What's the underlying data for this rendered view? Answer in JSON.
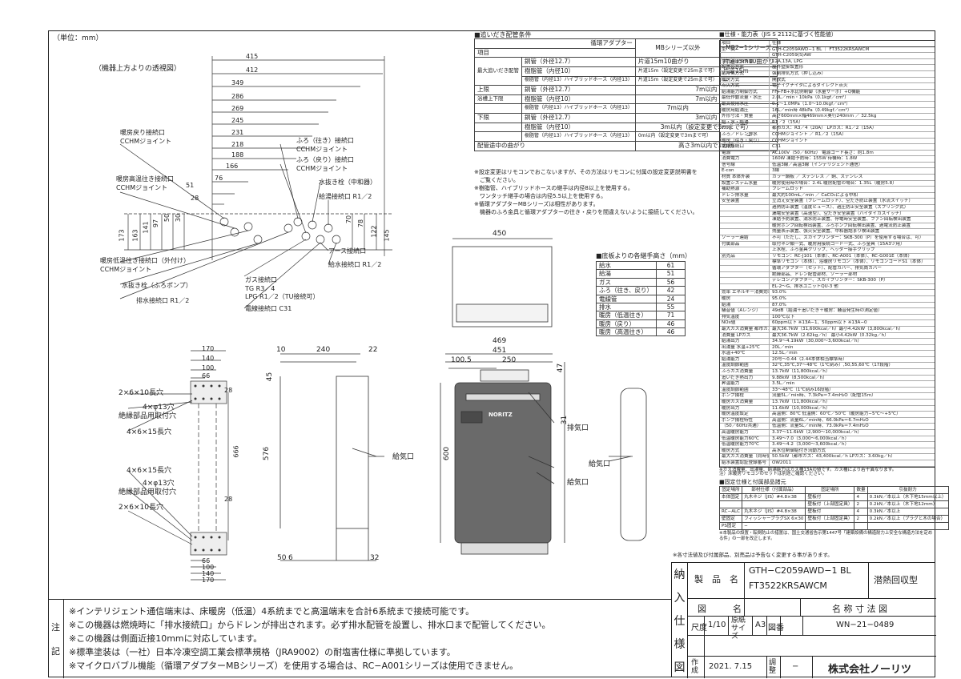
{
  "unit_label": "（単位：mm）",
  "top_view": {
    "caption": "（機器上方よりの透視図）",
    "dims": [
      "415",
      "412",
      "349",
      "286",
      "269",
      "245",
      "231",
      "218",
      "188",
      "166",
      "76",
      "51",
      "28"
    ],
    "vert_dims": [
      "173",
      "163",
      "141",
      "97",
      "50",
      "30",
      "145",
      "122",
      "78",
      "70"
    ],
    "labels": {
      "dan_return": "暖房戻り接続口",
      "dan_return_sub": "CCHMジョイント",
      "dan_high": "暖房高温往き接続口",
      "dan_high_sub": "CCHMジョイント",
      "dan_low": "暖房低温往き接続口（外付け）",
      "dan_low_sub": "CCHMジョイント",
      "drain_plug": "水抜き栓（ふろポンプ）",
      "drain_out": "排水接続口 R1／2",
      "bath_go": "ふろ（往き）接続口",
      "bath_go_sub": "CCHMジョイント",
      "bath_back": "ふろ（戻り）接続口",
      "bath_back_sub": "CCHMジョイント",
      "drain_valve": "水抜き栓（中和器）",
      "hot_out": "給湯接続口 R1／2",
      "earth": "アース接続口",
      "water_in": "給水接続口 R1／2",
      "gas_in": "ガス接続口",
      "gas_tg": "TG R3／4",
      "gas_lpg": "LPG R1／2（TU接続可）",
      "power": "電線接続口 C31"
    }
  },
  "conditions": {
    "title": "■追いだき配管条件",
    "head_adapter": "循環アダプター",
    "head_item": "項目",
    "head_mb_other": "MBシリーズ以外",
    "head_mb2": "MB2−1シリーズ",
    "rows": [
      {
        "g": "最大追いだき配管",
        "item": "銅管（外径12.7）",
        "a": "片道15m10曲がり",
        "b": "片道15m10曲がり"
      },
      {
        "g": "",
        "item": "樹脂管（内径10）",
        "a": "片道15m（設定変更で25mまで可）",
        "b": "片道15m"
      },
      {
        "g": "",
        "item": "樹脂管（内径13）ハイブリッドホース（内径13）",
        "a": "片道15m（設定変更で25mまで可）",
        "b": "−"
      },
      {
        "g": "上限",
        "item": "銅管（外径12.7）",
        "a": "7m以内",
        "b": ""
      },
      {
        "g": "",
        "item": "樹脂管（内径10）",
        "a": "7m以内",
        "b": ""
      },
      {
        "g": "",
        "item": "樹脂管（内径13）ハイブリッドホース（内径13）",
        "a": "7m以内",
        "b": "−"
      },
      {
        "g": "下限",
        "item": "銅管（外径12.7）",
        "a": "3m以内",
        "b": ""
      },
      {
        "g": "",
        "item": "樹脂管（内径10）",
        "a": "3m以内（設定変更で5mまで可）",
        "b": ""
      },
      {
        "g": "",
        "item": "樹脂管（内径13）ハイブリッドホース（内径13）",
        "a": "0m以内（設定変更で3mまで可）",
        "b": "−"
      },
      {
        "g": "",
        "item": "配管途中の曲がり",
        "a": "高さ3m以内で1カ所",
        "b": ""
      }
    ],
    "side_label": "浴槽上下限",
    "notes": [
      "※設定変更はリモコンでおこないますが、その方法はリモコンに付属の設定変更説明書を",
      "　ご覧ください。",
      "※樹脂管、ハイブリッドホースの継手は内径8以上を使用する。",
      "　ワンタッチ継手の場合は内径5.5以上を使用する。",
      "※循環アダプターMBシリーズは相性があります。",
      "　機器のふろ金具と循環アダプターの往き・戻りを間違えないように接続してください。"
    ]
  },
  "bottom_heights": {
    "title": "■底板よりの各継手高さ（mm）",
    "rows": [
      [
        "給水",
        "61"
      ],
      [
        "給湯",
        "51"
      ],
      [
        "ガス",
        "56"
      ],
      [
        "ふろ（往き、戻り）",
        "42"
      ],
      [
        "電線管",
        "24"
      ],
      [
        "排水",
        "55"
      ],
      [
        "暖房（低温往き）",
        "71"
      ],
      [
        "暖房（戻り）",
        "46"
      ],
      [
        "暖房（高温往き）",
        "46"
      ]
    ]
  },
  "side_view": {
    "dims": [
      "170",
      "140",
      "100",
      "66",
      "28",
      "666",
      "28",
      "66",
      "100",
      "140",
      "170"
    ],
    "labels": [
      "2×6×10長穴",
      "4×φ13穴",
      "絶縁部品用取付穴",
      "4×6×15長穴",
      "4×6×15長穴",
      "4×φ13穴",
      "絶縁部品用取付穴",
      "2×6×10長穴"
    ]
  },
  "front_view": {
    "dims_top": [
      "450",
      "469",
      "451",
      "100.5",
      "250",
      "10",
      "240",
      "22"
    ],
    "dims_side": [
      "45",
      "576",
      "47",
      "31",
      "600",
      "32",
      "50",
      "6"
    ],
    "labels": {
      "exhaust": "排気口",
      "intake": "給気口",
      "intake2": "給気口",
      "intake3": "給気口"
    },
    "brand_plate": "NORITZ"
  },
  "spec": {
    "title": "■仕様・能力表（JIS S 2112に基づく性能値）",
    "header": [
      "項目",
      "仕様"
    ],
    "rows": [
      [
        "型　式",
        "GTH-C2059AWD−1 BL ｜ FT3522KRSAWCM"
      ],
      [
        "",
        "GTH-C2059(S)AW"
      ],
      [
        "型式適用ガス種",
        "12A,13A, LPG"
      ],
      [
        "設置の方式",
        "屋外壁掛設置形"
      ],
      [
        "給排気方式",
        "強制排気方式（押し込み）"
      ],
      [
        "暖房方式",
        "開放式"
      ],
      [
        "点火方式",
        "電子イグナイタによるダイレクト点火"
      ],
      [
        "給湯能力制御方式",
        "FF+FB+水比例制御（水量サーボ）+Q機能"
      ],
      [
        "最低作動流量・水圧",
        "2.0L／min・10kPa（0.1kgf／cm²）"
      ],
      [
        "最高使用水圧",
        "0.1〜1.0MPa（1.0〜10.0kgf／cm²）"
      ],
      [
        "暖房用給湯圧",
        "16L／min時 48kPa（0.49kgf／cm²）"
      ],
      [
        "外形寸法・質量",
        "高さ600mm×幅469mm×奥行240mm ／ 32.5kg"
      ],
      [
        "給・水・給湯",
        "R1／2（15A）"
      ],
      [
        "ガス",
        "都市ガス：R3／4（20A） LPガス：R1／2（15A）"
      ],
      [
        "ふろ／ドレン排水",
        "CCHMジョイント ／ R1／2（15A）"
      ],
      [
        "暖房（往き・戻り）",
        "CCHMジョイント"
      ],
      [
        "電線接続口",
        "C31"
      ],
      [
        "電源",
        "AC100V（50／60Hz） 電源コード長さ：約1.8m"
      ],
      [
        "消費電力",
        "160W 凍結予防時：155W 待機時：1.8W"
      ],
      [
        "信号線",
        "低温3線／高温3線（インテリジェント通信）"
      ],
      [
        "E-con",
        "3線"
      ],
      [
        "材質 本体外装",
        "カラー鋼板 ／ ステンレス ／ 銅、ステンレス"
      ],
      [
        "設置システム水量",
        "暖房使用時の場合：2.4L 暖房配管の場合：1.35L（暖房5.8）"
      ],
      [
        "補助熱源",
        "フレームロッド"
      ],
      [
        "ドレン排水量",
        "最大約100mL／min ／ CaCO₃による中和"
      ],
      [
        "安全装置",
        "立消え安全装置（フレームロッド）、空だき防止装置（水流スイッチ）"
      ],
      [
        "",
        "過熱防止装置（温度ヒューズ）、過圧防止安全装置（スプリング式）"
      ],
      [
        "",
        "漏電安全装置（高速型）、空だき安全装置（ハイダイカスイッチ）"
      ],
      [
        "",
        "凍結予防装置、満水防止装置、停電時安全装置、ファン回転検出装置"
      ],
      [
        "",
        "暖房ポンプ回転検出装置、ふろポンプ回転検出装置、過電流防止装置"
      ],
      [
        "",
        "残量表示装置、強火安全装置、中和器詰まり検出装置"
      ],
      [
        "ソーラー連結",
        "不可（ただし、スカイプリンター：SKB-300（P）を使用する場合は、可）"
      ],
      [
        "付属部品",
        "取付ネジ類一式、暖房用接続コード一式、ふろ金具（15A3ツ用）"
      ],
      [
        "",
        "上水栓、ふろ金具クリップ、ヘッダー接手クリップ"
      ],
      [
        "別売品",
        "リモコン：RC-J101（本体）、RC-A001（本体）、RC-G001E（本体）"
      ],
      [
        "",
        "標準リモコン（本体）、浴暖房リモコン（本体）、リモコンコードS1（本体）"
      ],
      [
        "",
        "循環アダプター（セット）、配管カバー、排気筒カバー"
      ],
      [
        "",
        "絶縁部品、ドレン配管部材、ソーラー部材"
      ],
      [
        "",
        "テレコンアダプター、スカイプリンター：SKB-300（P）"
      ],
      [
        "",
        "EL-2〜G、排水ユニットQU-3 他"
      ],
      [
        "効率 エネルギー消費効率",
        "93.0%"
      ],
      [
        "暖房",
        "95.0%"
      ],
      [
        "給湯",
        "87.0%"
      ],
      [
        "騒音値（Aレンジ）",
        "49dB（給湯＋追いだき＋暖房：騒音発生時の測定値）"
      ],
      [
        "排気温度",
        "100℃以下"
      ],
      [
        "NOx値",
        "60ppm以下 ※13A−1、50ppm以下 ※13A−0"
      ],
      [
        "最大ガス消費量 都市ガス",
        "最大36.7kW（31,600kcal／h）最小4.42kW（3,800kcal／h）"
      ],
      [
        "消費量 LPガス",
        "最大36.7kW（2.62kg／h） 最小4.42kW（0.32kg／h）"
      ],
      [
        "給湯出力",
        "34.9〜4.19kW（30,000〜3,600kcal／h）"
      ],
      [
        "出湯量 水温+25℃",
        "20L／min"
      ],
      [
        "水温+40℃",
        "12.5L／min"
      ],
      [
        "給湯能力",
        "20号〜0.44（2.44本体相当標準時）"
      ],
      [
        "温度調節範囲",
        "32℃,35℃,37〜48℃（1℃刻み）,50,55,60℃（17段階）"
      ],
      [
        "ふろガス消費量",
        "13.7kW（11,800kcal／h）"
      ],
      [
        "追いだき熱出力",
        "9.88kW（8,500kcal／h）"
      ],
      [
        "昇温能力",
        "3.5L／min"
      ],
      [
        "温度調節範囲",
        "33〜48℃（1℃刻み16段階）"
      ],
      [
        "ポンプ揚程",
        "流量5L／min時、7.3kPa＝7.4mH₂O（配管15m）"
      ],
      [
        "暖房ガス消費量",
        "13.7kW（11,800kcal／h）"
      ],
      [
        "暖房出力",
        "11.6kW（10,000kcal／h）"
      ],
      [
        "暖房温度設定",
        "高温側：80℃ 低温側：60℃／50℃（暖房能力−5℃〜+5℃）"
      ],
      [
        "ポンプ揚程特性",
        "高温側：流量6L／min時、66.0kPa＝6.7mH₂O"
      ],
      [
        "（50／60Hz共通）",
        "低温側：流量5L／min時、73.0kPa＝7.4mH₂O"
      ],
      [
        "高温暖房能力",
        "3.37〜11.6kW（2,900〜10,000kcal／h）"
      ],
      [
        "低温暖房能力60℃",
        "3.49〜7.0（3,000〜6,000kcal／h）"
      ],
      [
        "低温暖房能力70℃",
        "3.49〜4.2（3,000〜3,600kcal／h）"
      ],
      [
        "暖房方式",
        "高水位制御給付き流動方式"
      ],
      [
        "最大ガス消費量（同時使用時）",
        "50.5kW（都市ガス：43,400kcal／h LPガス：3.60kg／h）"
      ],
      [
        "給水装置認証登録番号",
        "OW2011"
      ]
    ],
    "footnote1": "※ガス消費量、出湯量、給湯能力はガス種13Aの値です。ガス種により若干異なります。",
    "footnote2": "注）床暖房リモコンのセットは別途ご確認ください。",
    "fittings_title": "■固定仕様と付属部品諸元",
    "fittings_head": [
      "固定場所",
      "部材仕様（付属部品）",
      "固定場所",
      "数量",
      "引抜耐力"
    ],
    "fittings": [
      [
        "本体固定",
        "丸木ネジ（JIS）#4.8×38",
        "壁板付",
        "4",
        "0.3kN／本以上（木下地15mm以上）"
      ],
      [
        "",
        "",
        "壁板付（上部固定具）",
        "2",
        "0.2kN／本以上（木下地12mm）"
      ],
      [
        "RC−ALC",
        "丸木ネジ（JIS）#4.8×38",
        "壁板付",
        "4",
        "0.3kN／本以上"
      ],
      [
        "壁固定",
        "フィッシャープラグSX 6×30",
        "壁板付（上部固定具）",
        "2",
        "0.2kN／本以上（プラグと木の場合）"
      ],
      [
        "PS固定",
        "−",
        "",
        "",
        ""
      ]
    ],
    "fittings_note1": "※本製品の設置・転倒防止の措置は、国土交通省告示第1447号「建築設備の構造耐力上安全な構造方法を定める件」の一部を改正します。",
    "fittings_note2": "※各寸法値及び付属部品、別売品は予告なく変更する事があります。"
  },
  "notes": {
    "label": [
      "注",
      "記"
    ],
    "lines": [
      "※インテリジェント通信端末は、床暖房（低温）4系統までと高温端末を合計6系統まで接続可能です。",
      "※この機器は燃焼時に「排水接続口」からドレンが排出されます。必ず排水配管を設置し、排水口まで配管してください。",
      "※この機器は側面近接10mmに対応しています。",
      "※標準塗装は（一社）日本冷凍空調工業会標準規格（JRA9002）の耐塩害仕様に準拠しています。",
      "※マイクロバブル機能（循環アダプターMBシリーズ）を使用する場合は、RC−A001シリーズは使用できません。"
    ]
  },
  "title_block": {
    "side": [
      "納",
      "入",
      "仕",
      "様",
      "図"
    ],
    "product_label": "製　品　名",
    "product_1": "GTH−C2059AWD−1 BL",
    "product_2": "FT3522KRSAWCM",
    "type_name": "潜熱回収型",
    "zumei_label": "図　　　名",
    "zumei": "名 称 寸 法 図",
    "scale_label": "尺度",
    "scale": "1/10",
    "paper_label": "原紙サイズ",
    "paper": "A3",
    "zuban_label": "図番",
    "zuban": "WN−21−0489",
    "made_label": "作成",
    "date": "2021. 7.15",
    "check_label": "調整",
    "check": "−",
    "company": "株式会社ノーリツ"
  }
}
